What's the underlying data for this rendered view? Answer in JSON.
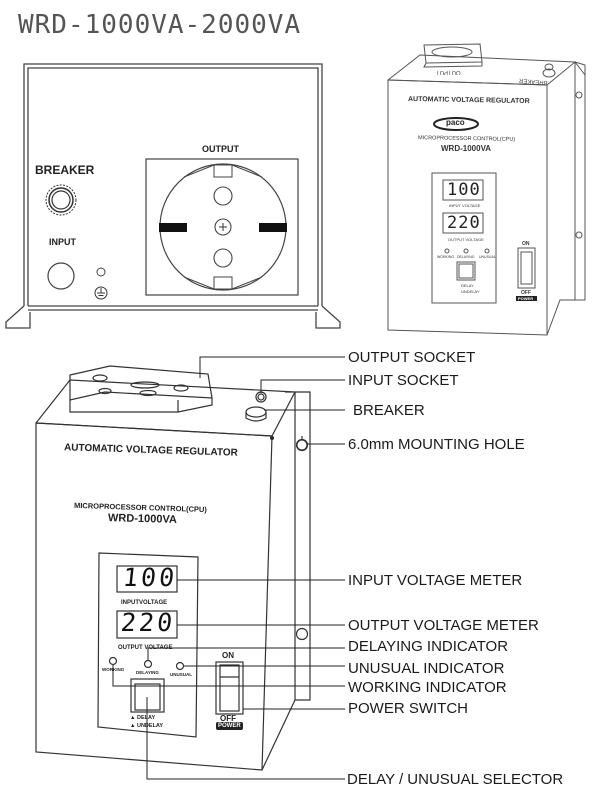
{
  "title": "WRD-1000VA-2000VA",
  "rear_view": {
    "breaker_label": "BREAKER",
    "input_label": "INPUT",
    "output_label": "OUTPUT",
    "ground_symbol": "ground-icon"
  },
  "small_front_view": {
    "top_output_label": "OUTPUT",
    "top_breaker_label": "BREAKER",
    "heading": "AUTOMATIC VOLTAGE REGULATOR",
    "brand": "paco",
    "subheading": "MICROPROCESSOR CONTROL(CPU)",
    "model": "WRD-1000VA",
    "input_voltage_reading": "100",
    "input_voltage_label": "INPUT VOLTAGE",
    "output_voltage_reading": "220",
    "output_voltage_label": "OUTPUT VOLTAGE",
    "indicators": [
      "WORKING",
      "DELAYING",
      "UNUSUAL"
    ],
    "selector_labels": [
      "DELAY",
      "UNDELAY"
    ],
    "switch_on": "ON",
    "switch_off": "OFF",
    "switch_power": "POWER"
  },
  "large_front_view": {
    "heading": "AUTOMATIC VOLTAGE REGULATOR",
    "subheading": "MICROPROCESSOR CONTROL(CPU)",
    "model": "WRD-1000VA",
    "input_voltage_reading": "100",
    "input_voltage_label": "INPUTVOLTAGE",
    "output_voltage_reading": "220",
    "output_voltage_label": "OUTPUT VOLTAGE",
    "indicators": [
      "WORKING",
      "DELAYING",
      "UNUSUAL"
    ],
    "selector_labels": [
      "DELAY",
      "UNDELAY"
    ],
    "switch_on": "ON",
    "switch_off": "OFF",
    "switch_power": "POWER"
  },
  "callouts": [
    "OUTPUT SOCKET",
    "INPUT SOCKET",
    "BREAKER",
    "6.0mm MOUNTING HOLE",
    "INPUT VOLTAGE METER",
    "OUTPUT VOLTAGE METER",
    "DELAYING INDICATOR",
    "UNUSUAL INDICATOR",
    "WORKING INDICATOR",
    "POWER SWITCH",
    "DELAY / UNUSUAL SELECTOR"
  ]
}
